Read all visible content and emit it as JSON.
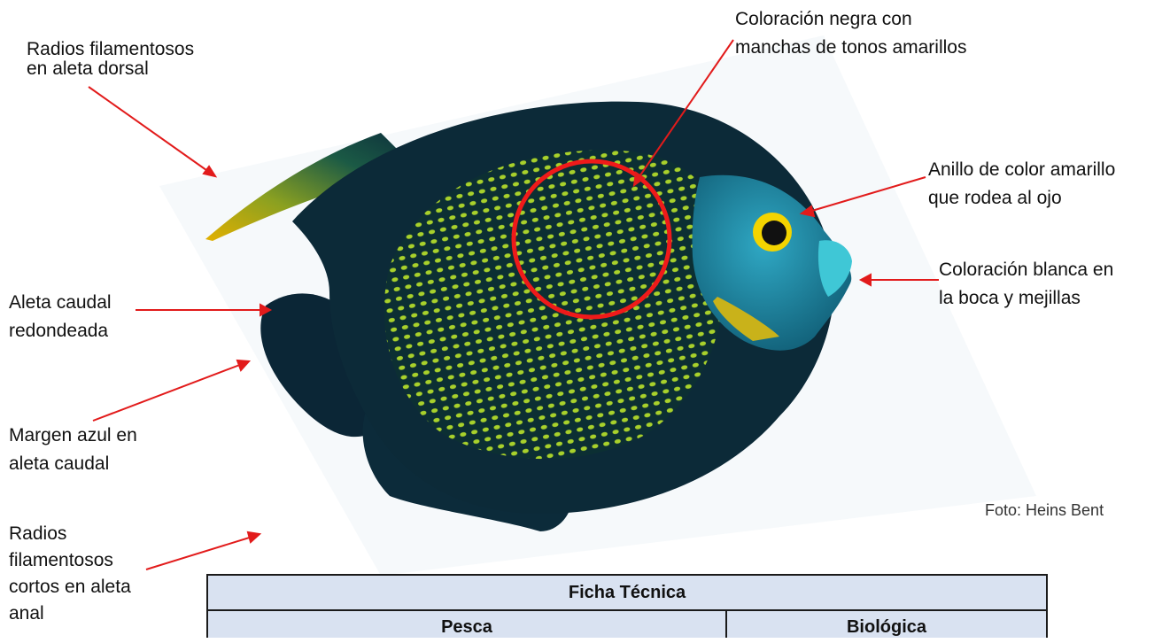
{
  "labels": {
    "dorsal_rays": [
      "Radios filamentosos",
      "en aleta dorsal"
    ],
    "body_color": [
      "Coloración negra con",
      "manchas de tonos amarillos"
    ],
    "eye_ring": [
      "Anillo de color amarillo",
      "que rodea al ojo"
    ],
    "mouth_color": [
      "Coloración blanca en",
      "la boca y mejillas"
    ],
    "caudal_fin": [
      "Aleta caudal",
      "redondeada"
    ],
    "caudal_margin": [
      "Margen azul en",
      "aleta caudal"
    ],
    "anal_rays": [
      "Radios",
      "filamentosos",
      "cortos en aleta",
      "anal"
    ]
  },
  "credit": "Foto: Heins Bent",
  "ficha": {
    "title": "Ficha Técnica",
    "col_left": "Pesca",
    "col_right": "Biológica"
  },
  "colors": {
    "arrow": "#e21b1b",
    "circle": "#ef1a1a",
    "fish_body": "#0b2a34",
    "spots": "#b8e02a",
    "head": "#1b7c9a",
    "eye_ring": "#f3d400",
    "table_bg": "#d9e2f1"
  }
}
